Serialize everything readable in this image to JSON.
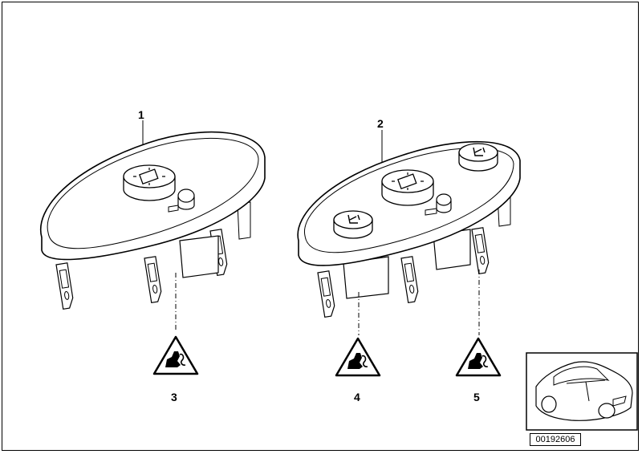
{
  "callouts": {
    "c1": "1",
    "c2": "2",
    "c3": "3",
    "c4": "4",
    "c5": "5"
  },
  "reference_code": "00192606",
  "icons": {
    "switch_single": "seat-adjust-switch-single-icon",
    "switch_triple": "seat-adjust-switch-triple-icon",
    "warning": "warning-triangle-icon",
    "car": "car-thumbnail-icon"
  }
}
